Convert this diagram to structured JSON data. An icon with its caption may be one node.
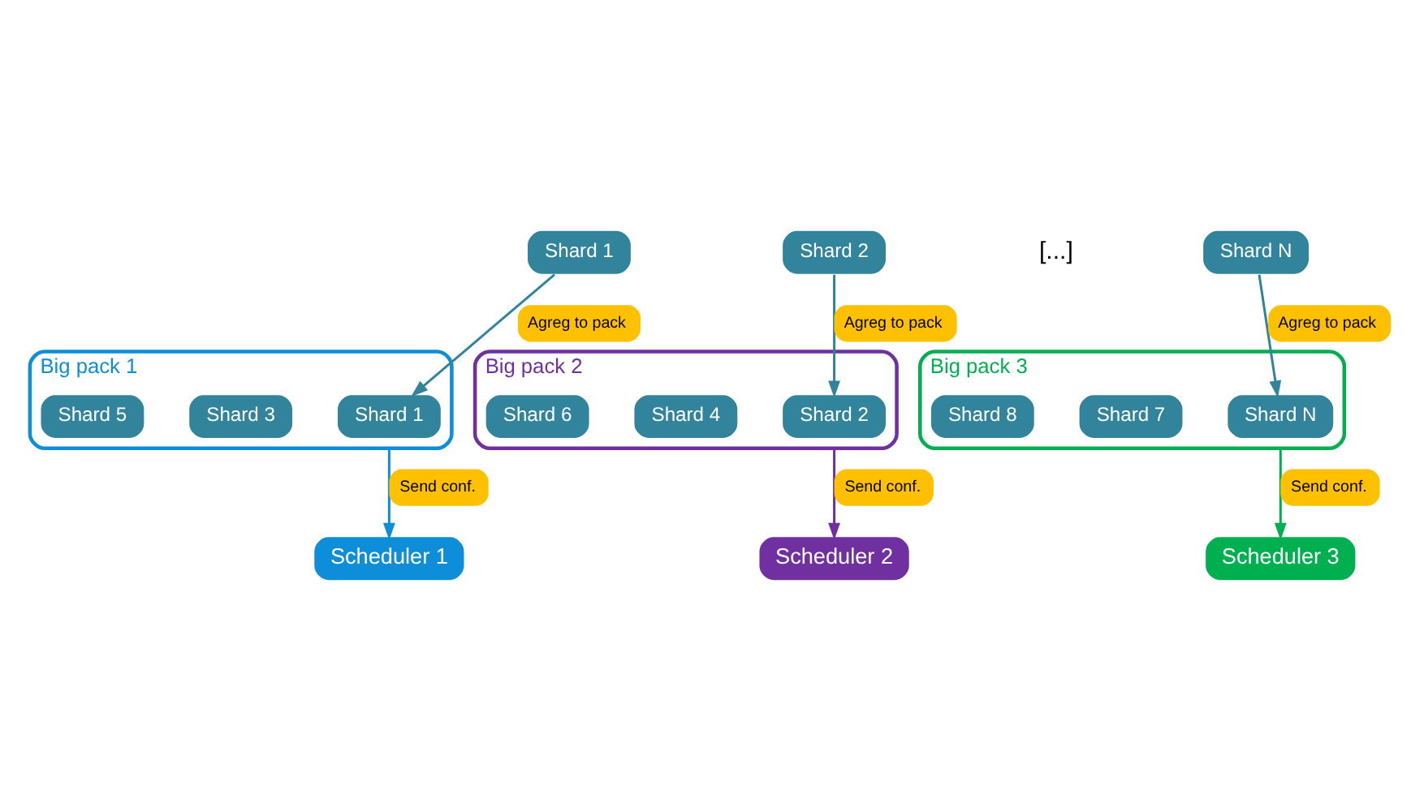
{
  "diagram": {
    "nodes": [
      {
        "text": [
          "Shard 1"
        ]
      },
      {
        "text": [
          "Shard 2"
        ]
      },
      {
        "text": [
          "Shard N"
        ]
      },
      {
        "text": [
          "Big pack 1"
        ]
      },
      {
        "text": [
          "Shard 1"
        ],
        "in": 3
      },
      {
        "text": [
          "Shard 3"
        ],
        "in": 3
      },
      {
        "text": [
          "Shard 5"
        ],
        "in": 3
      },
      {
        "text": [
          "Big pack 2"
        ]
      },
      {
        "text": [
          "Shard 2"
        ],
        "in": 7
      },
      {
        "text": [
          "Shard 4"
        ],
        "in": 7
      },
      {
        "text": [
          "Shard 6"
        ],
        "in": 7
      },
      {
        "text": [
          "Big pack 3"
        ]
      },
      {
        "text": [
          "Shard N"
        ],
        "in": 11
      },
      {
        "text": [
          "Shard 7"
        ],
        "in": 11
      },
      {
        "text": [
          "Shard 8"
        ],
        "in": 11
      },
      {
        "text": [
          "Scheduler 1"
        ]
      },
      {
        "text": [
          "Scheduler 2"
        ]
      },
      {
        "text": [
          "Scheduler 3"
        ]
      }
    ],
    "edges": [
      {
        "from": 0,
        "to": 4,
        "arrow": "to",
        "label": "Agreg to pack",
        "color": "#31849b"
      },
      {
        "from": 1,
        "to": 8,
        "arrow": "to",
        "label": "Agreg to pack",
        "color": "#31849b"
      },
      {
        "from": 2,
        "to": 12,
        "arrow": "to",
        "label": "Agreg to pack",
        "color": "#31849b"
      },
      {
        "from": 3,
        "to": 15,
        "arrow": "to",
        "label": "Send conf.",
        "color": "#0e8ed8"
      },
      {
        "from": 7,
        "to": 16,
        "arrow": "to",
        "label": "Send conf.",
        "color": "#7030a0"
      },
      {
        "from": 11,
        "to": 17,
        "arrow": "to",
        "label": "Send conf.",
        "color": "#00b050"
      }
    ],
    "labels": [
      "[...]"
    ]
  }
}
